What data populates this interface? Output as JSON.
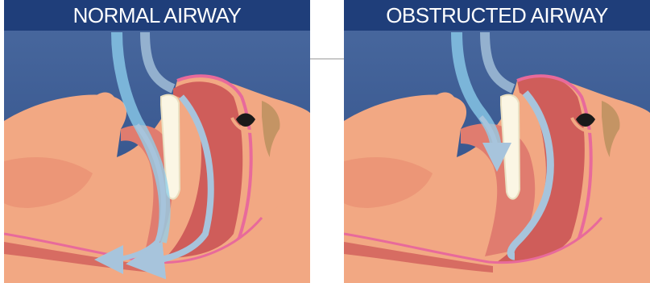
{
  "panels": [
    {
      "id": "normal",
      "title": "NORMAL AIRWAY"
    },
    {
      "id": "obstructed",
      "title": "OBSTRUCTED AIRWAY"
    }
  ],
  "colors": {
    "title_bar": "#1f3e7a",
    "background_top": "#3f5f97",
    "background_bottom": "#2c4a83",
    "skin": "#f2a883",
    "skin_shadow": "#e98e72",
    "tissue": "#cf5d5a",
    "tissue_light": "#e07c6f",
    "outline": "#e86a9b",
    "airflow": "#a7c4dc",
    "airflow_light": "#8fd2ef",
    "teeth": "#fbf6e4",
    "eyebrow": "#c49464"
  },
  "icons": [
    "airflow-arrow-icon",
    "closed-eye-icon"
  ]
}
